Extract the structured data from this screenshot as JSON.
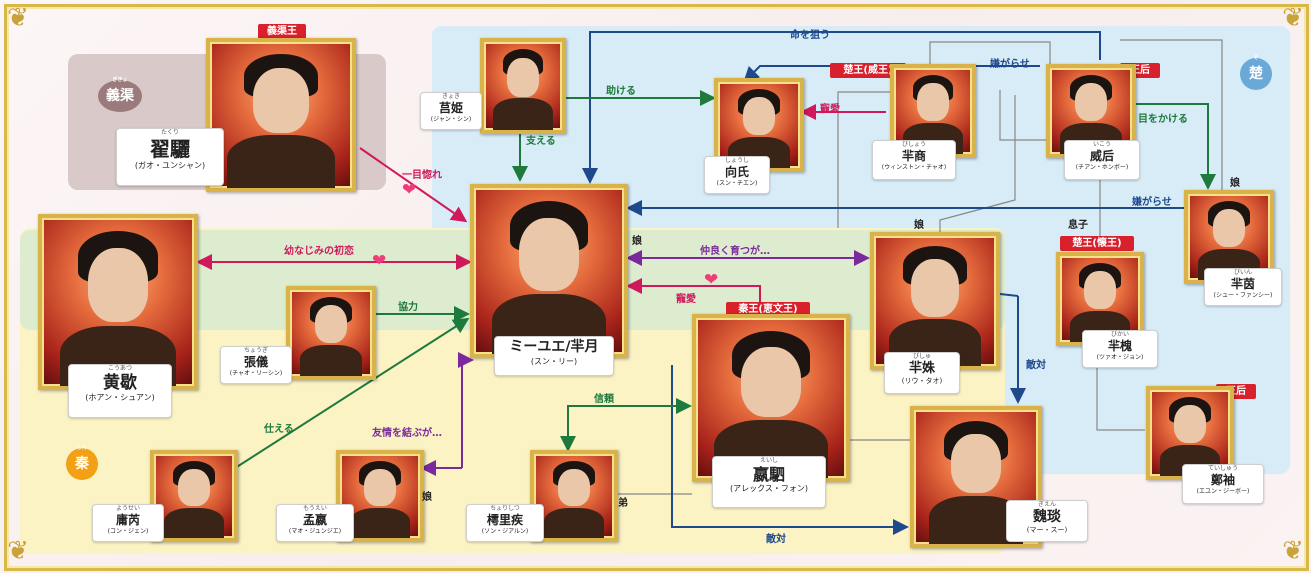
{
  "colors": {
    "blue": "#1e4a8c",
    "red": "#d0195b",
    "green": "#1e7a3c",
    "purple": "#7a2a9c",
    "gray": "#888888",
    "orange_region": "#fbf3c4",
    "blue_region": "#d8ecf7",
    "green_region": "#d9ebd0",
    "gray_region": "#d9c9c9"
  },
  "regions": {
    "yiqu": {
      "name": "義渠",
      "ruby": "ぎきょ"
    },
    "chu": {
      "name": "楚",
      "ruby": "そ"
    },
    "qin": {
      "name": "秦",
      "ruby": "しん"
    }
  },
  "characters": {
    "zhai": {
      "ruby": "たくり",
      "name": "翟驪",
      "actor": "(ガオ・ユンシャン)",
      "tag": "義渠王"
    },
    "ju": {
      "ruby": "きょき",
      "name": "莒姫",
      "actor": "(ジャン・シン)"
    },
    "xiang": {
      "ruby": "しょうし",
      "name": "向氏",
      "actor": "(スン・チエン)"
    },
    "shang": {
      "ruby": "びしょう",
      "name": "羋商",
      "actor": "(ウィンストン・チャオ)",
      "tag": "楚王(威王)"
    },
    "weihou": {
      "ruby": "いこう",
      "name": "威后",
      "actor": "(チアン・ホンボー)",
      "tag": "王后"
    },
    "yin": {
      "ruby": "びいん",
      "name": "羋茵",
      "actor": "(シュー・ファンシー)"
    },
    "huang": {
      "ruby": "こうあつ",
      "name": "黄歇",
      "actor": "(ホアン・シュアン)"
    },
    "zhang": {
      "ruby": "ちょうぎ",
      "name": "張儀",
      "actor": "(チャオ・リーシン)"
    },
    "miyue": {
      "name": "ミーユエ/羋月",
      "actor": "(スン・リー)"
    },
    "mishu": {
      "ruby": "びしゅ",
      "name": "羋姝",
      "actor": "(リウ・タオ)"
    },
    "huai": {
      "ruby": "びかい",
      "name": "羋槐",
      "actor": "(ツァオ・ジョン)",
      "tag": "楚王(懐王)"
    },
    "ying": {
      "ruby": "えいし",
      "name": "嬴駟",
      "actor": "(アレックス・フォン)",
      "tag": "秦王(恵文王)"
    },
    "zheng": {
      "ruby": "ていしゅう",
      "name": "鄭袖",
      "actor": "(エユン・ジーボー)",
      "tag": "王后"
    },
    "yong": {
      "ruby": "ようせい",
      "name": "庸芮",
      "actor": "(コン・ジェン)"
    },
    "meng": {
      "ruby": "もうえい",
      "name": "孟嬴",
      "actor": "(マオ・ジュンジエ)"
    },
    "chuli": {
      "ruby": "ちょりしつ",
      "name": "樗里疾",
      "actor": "(ソン・ジアルン)"
    },
    "wei": {
      "ruby": "ぎえん",
      "name": "魏琰",
      "actor": "(マー・スー)"
    }
  },
  "labels": {
    "kill": "命を狙う",
    "harass1": "嫌がらせ",
    "help": "助ける",
    "support": "支える",
    "favor1": "寵愛",
    "eye": "目をかける",
    "harass2": "嫌がらせ",
    "love_first": "一目惚れ",
    "musume1": "娘",
    "musume2": "娘",
    "musume3": "娘",
    "musume4": "娘",
    "son": "息子",
    "childhood": "幼なじみの初恋",
    "grow": "仲良く育つが…",
    "favor2": "寵愛",
    "coop": "協力",
    "rival1": "敵対",
    "trust": "信頼",
    "serve": "仕える",
    "friend": "友情を結ぶが…",
    "brother": "弟",
    "rival2": "敵対"
  }
}
